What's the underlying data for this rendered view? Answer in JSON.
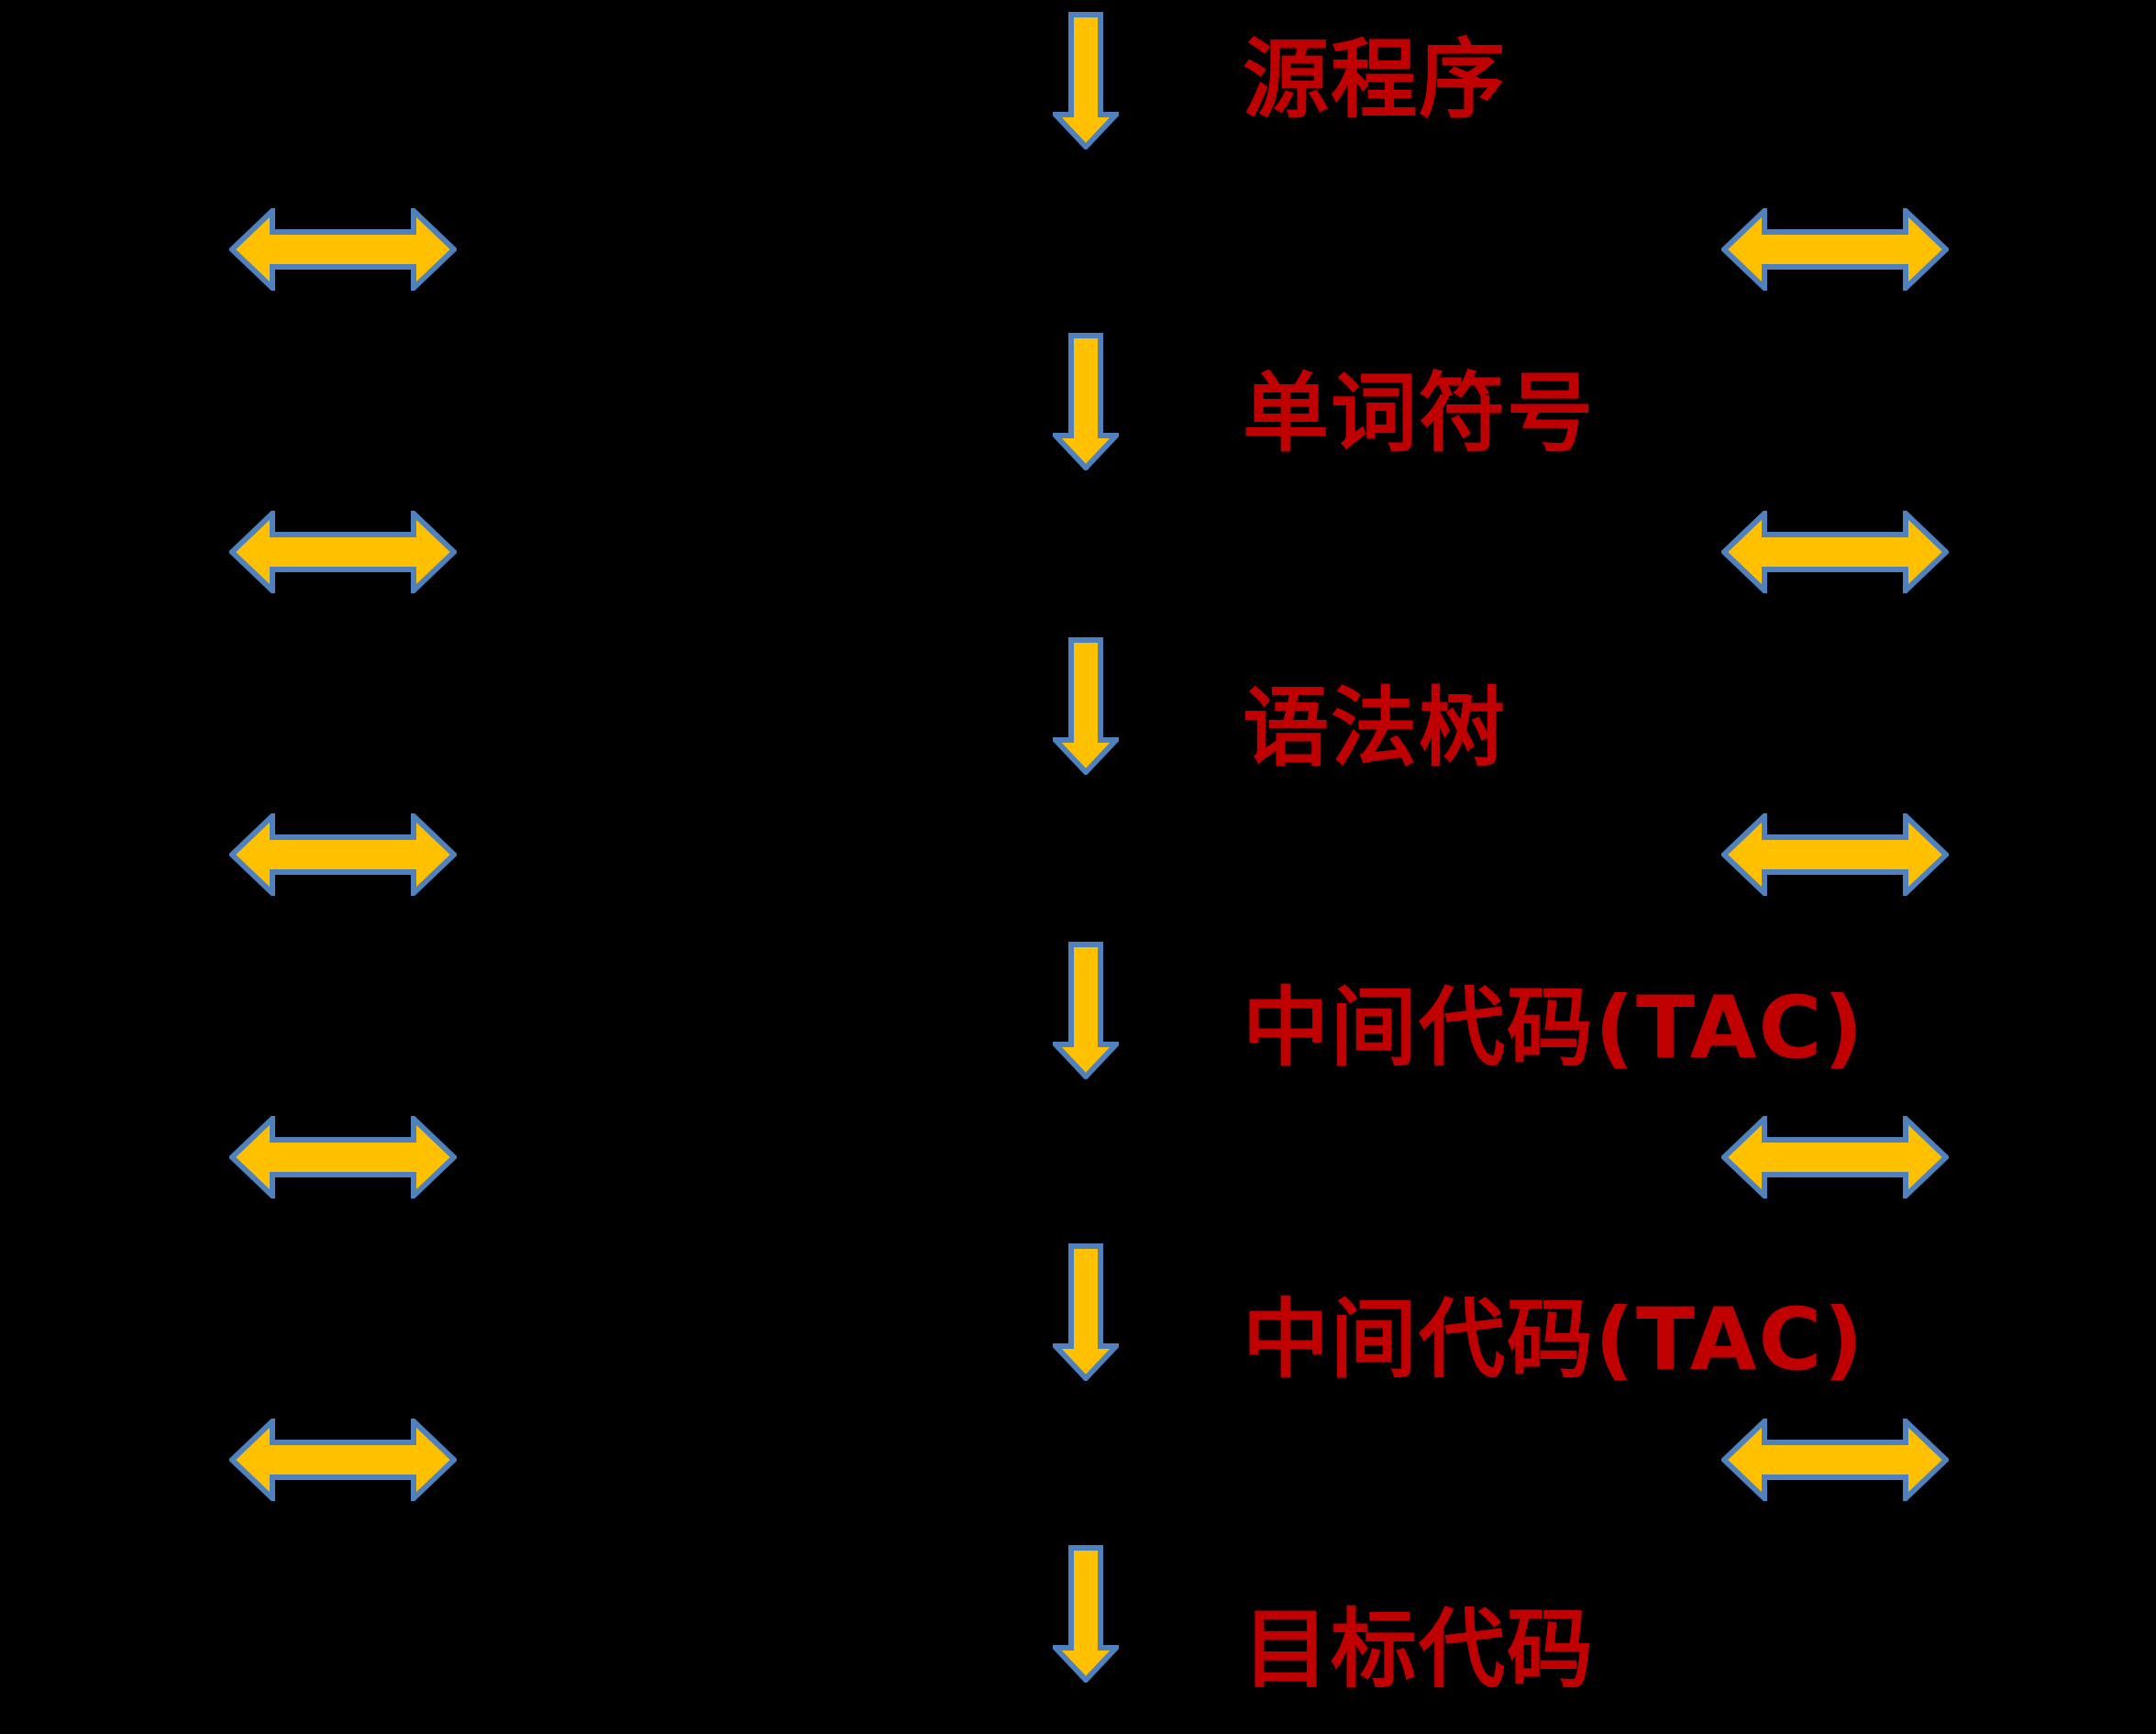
{
  "diagram": {
    "name": "compiler-phases-flow-diagram",
    "background": "#000000",
    "colors": {
      "arrow_fill": "#FFC000",
      "arrow_stroke": "#4E81BD",
      "label_text": "#C00000"
    },
    "stages": [
      {
        "label": "源程序"
      },
      {
        "label": "单词符号"
      },
      {
        "label": "语法树"
      },
      {
        "label": "中间代码(TAC)"
      },
      {
        "label": "中间代码(TAC)"
      },
      {
        "label": "目标代码"
      }
    ],
    "links": {
      "down_arrow_count": 6,
      "left_bidirectional_arrow_count": 5,
      "right_bidirectional_arrow_count": 5
    }
  }
}
